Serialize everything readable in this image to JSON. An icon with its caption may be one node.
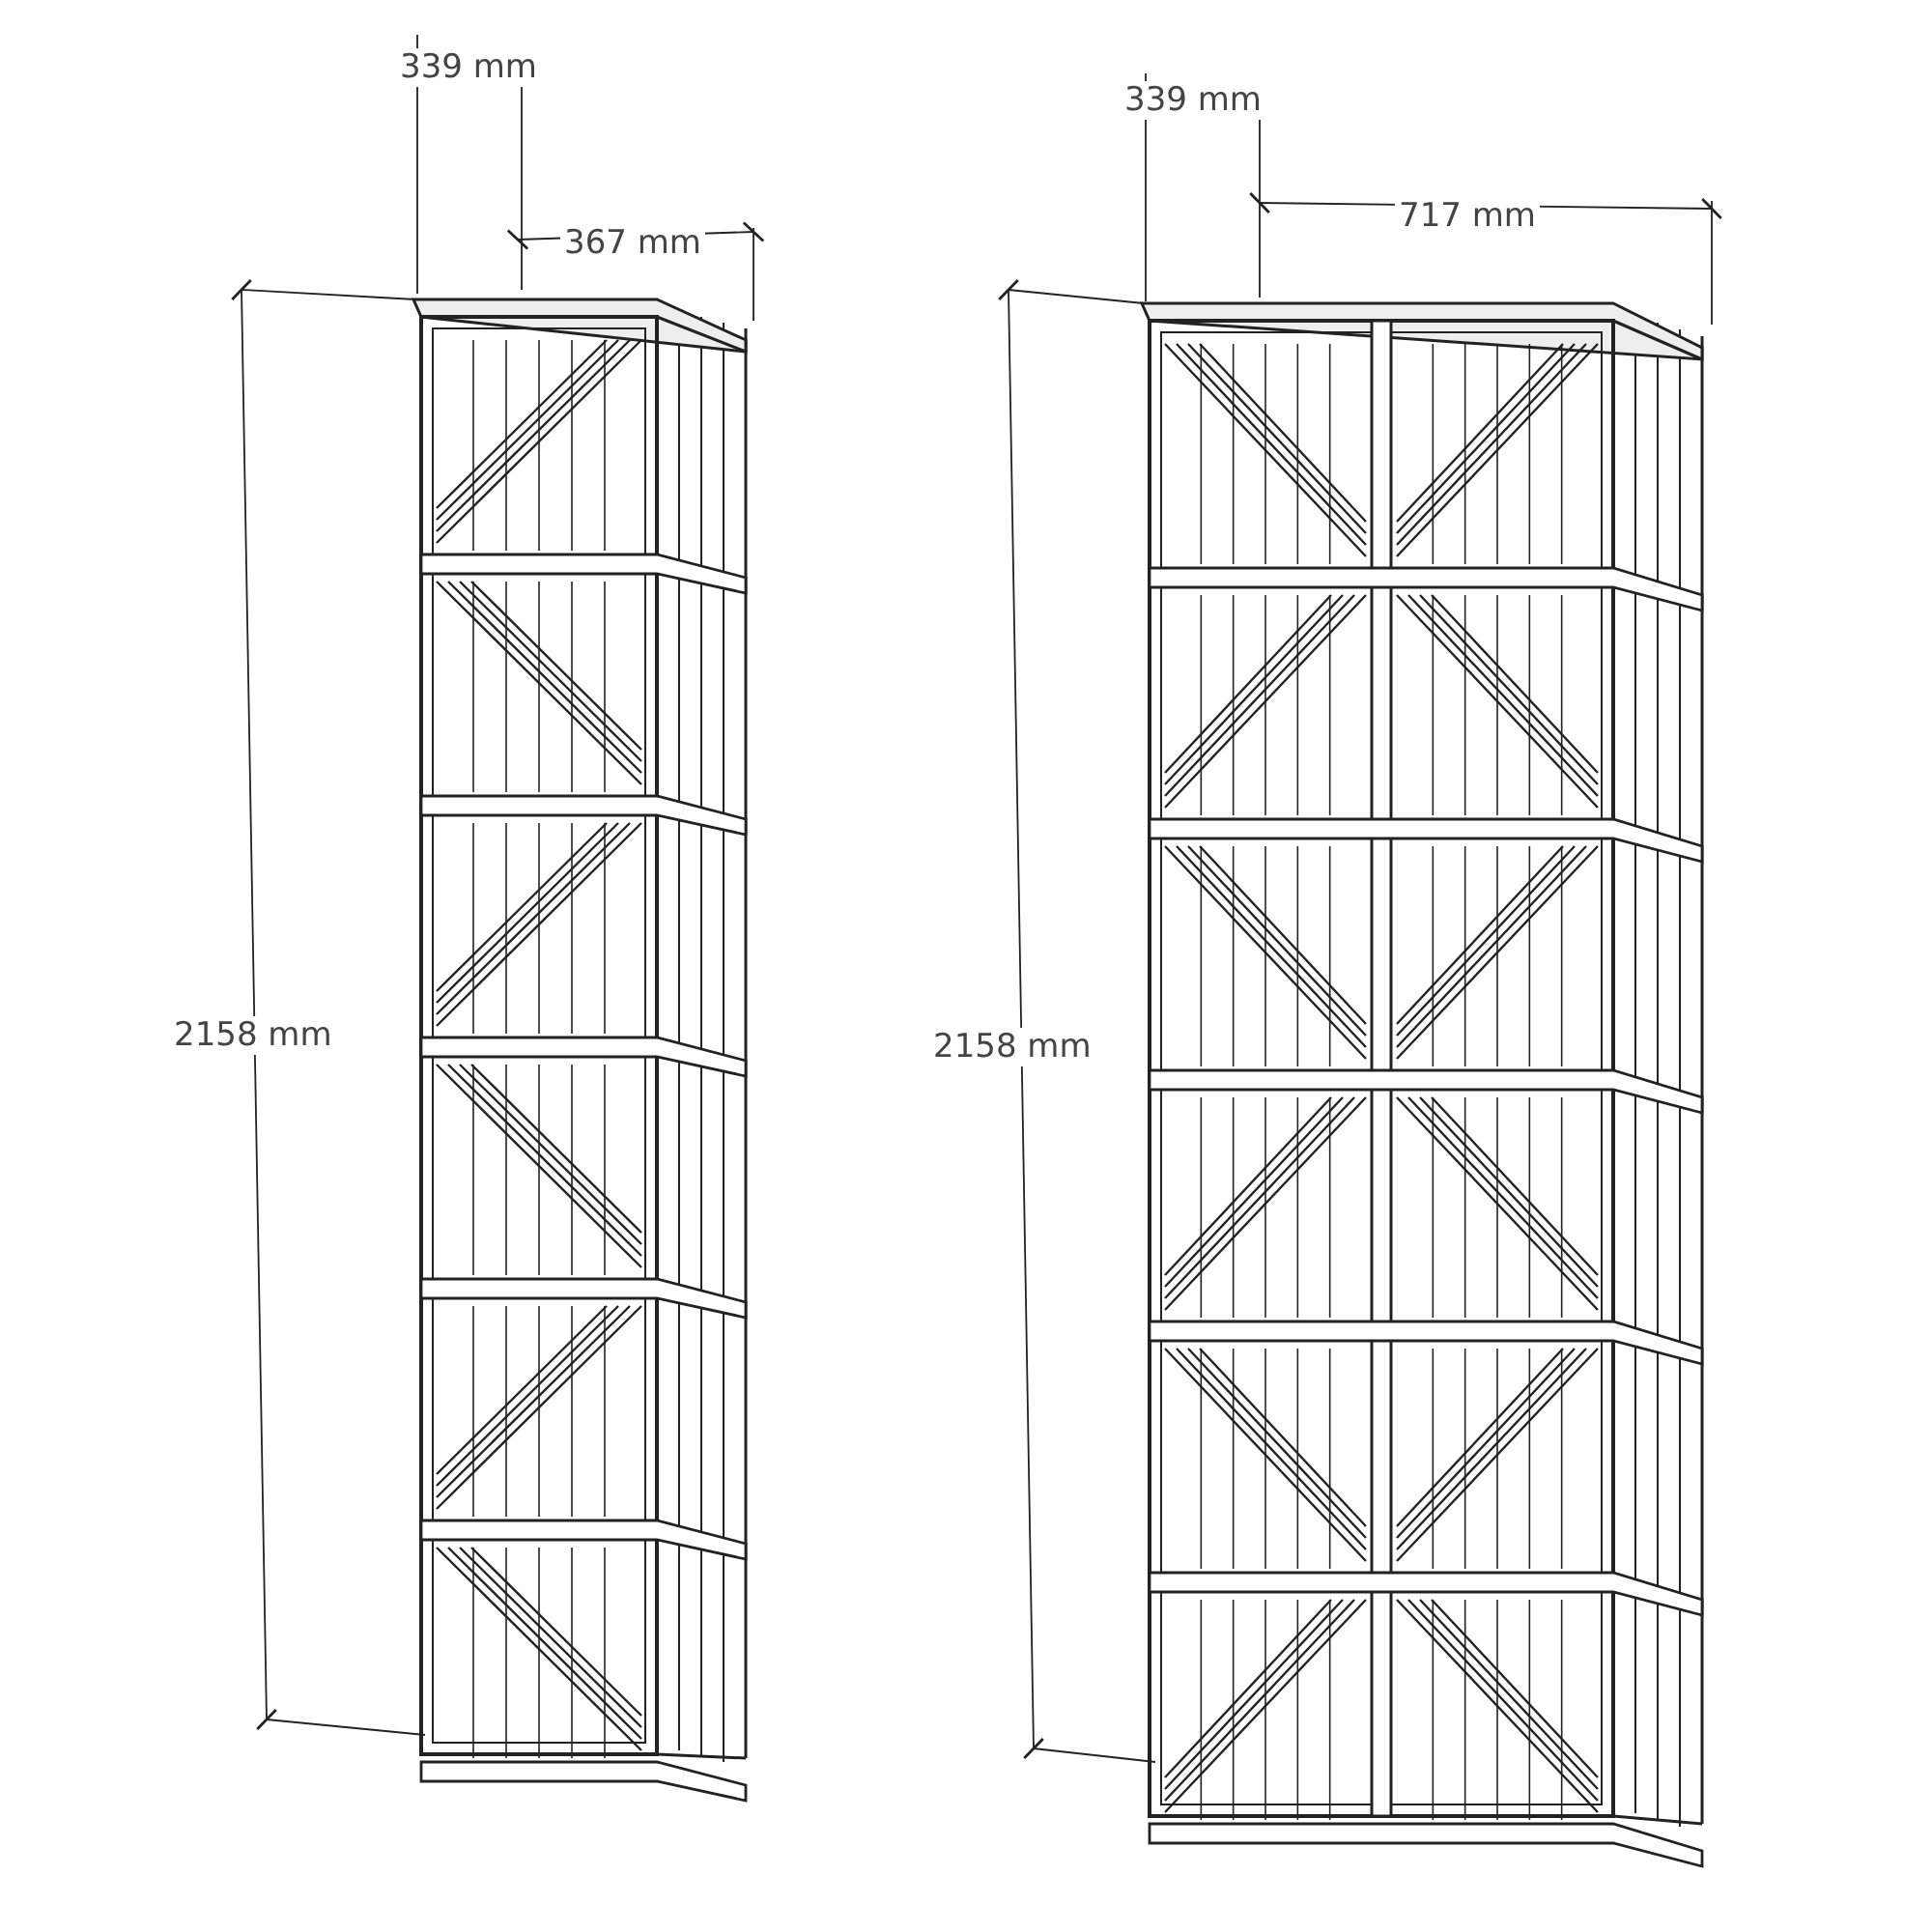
{
  "diagram": {
    "labels": [
      "339 mm",
      "367 mm",
      "2158 mm",
      "339 mm",
      "717 mm",
      "2158 mm"
    ]
  }
}
